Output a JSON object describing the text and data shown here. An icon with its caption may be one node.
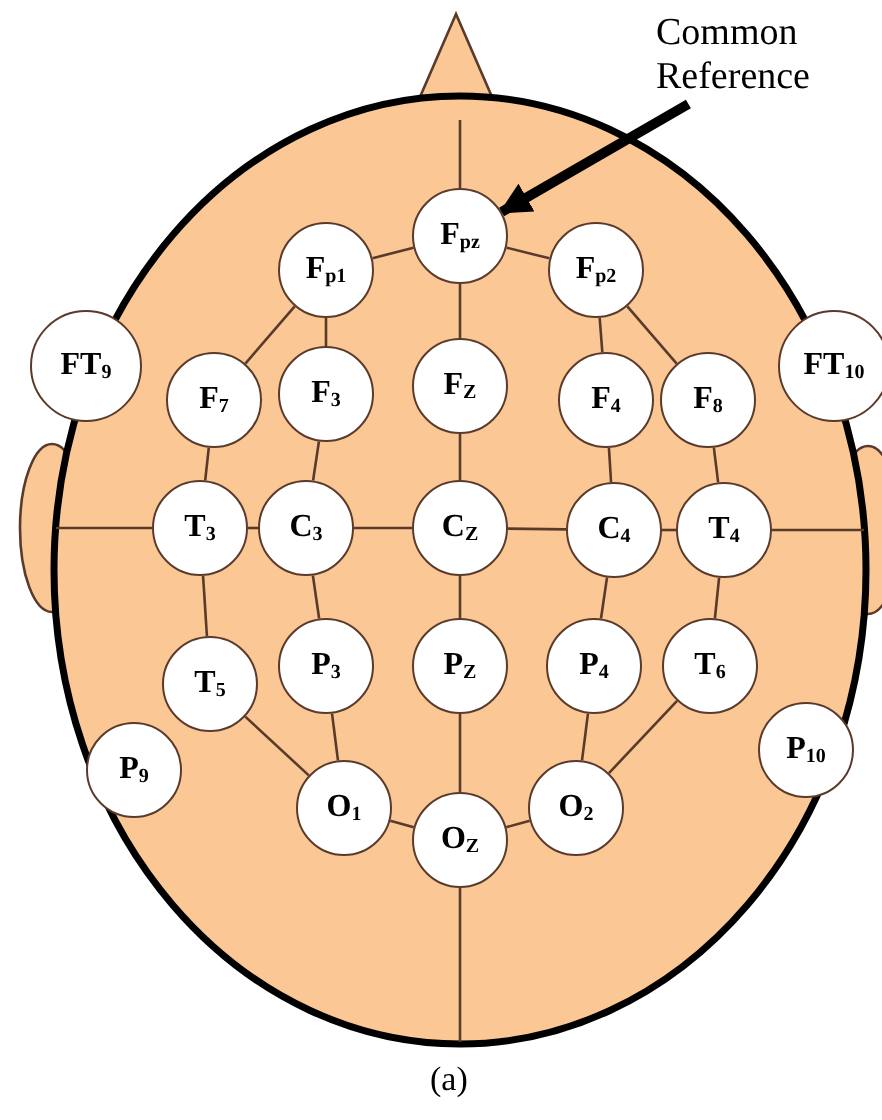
{
  "diagram": {
    "caption": "(a)",
    "nodes": [
      {
        "text": [
          "Common Reference"
        ]
      },
      {
        "text": [
          "F$_{pz}$"
        ]
      },
      {
        "text": [
          "F$_{p1}$"
        ]
      },
      {
        "text": [
          "F$_{p2}$"
        ]
      },
      {
        "text": [
          "FT$_{9}$"
        ]
      },
      {
        "text": [
          "F$_{7}$"
        ]
      },
      {
        "text": [
          "F$_{3}$"
        ]
      },
      {
        "text": [
          "F$_{Z}$"
        ]
      },
      {
        "text": [
          "F$_{4}$"
        ]
      },
      {
        "text": [
          "F$_{8}$"
        ]
      },
      {
        "text": [
          "FT$_{10}$"
        ]
      },
      {
        "text": [
          "T$_{3}$"
        ]
      },
      {
        "text": [
          "C$_{3}$"
        ]
      },
      {
        "text": [
          "C$_{Z}$"
        ]
      },
      {
        "text": [
          "C$_{4}$"
        ]
      },
      {
        "text": [
          "T$_{4}$"
        ]
      },
      {
        "text": [
          "T$_{5}$"
        ]
      },
      {
        "text": [
          "P$_{3}$"
        ]
      },
      {
        "text": [
          "P$_{Z}$"
        ]
      },
      {
        "text": [
          "P$_{4}$"
        ]
      },
      {
        "text": [
          "T$_{6}$"
        ]
      },
      {
        "text": [
          "P$_{9}$"
        ]
      },
      {
        "text": [
          "P$_{10}$"
        ]
      },
      {
        "text": [
          "O$_{1}$"
        ]
      },
      {
        "text": [
          "O$_{Z}$"
        ]
      },
      {
        "text": [
          "O$_{2}$"
        ]
      }
    ],
    "edges": [
      {
        "from": 0,
        "to": 1,
        "arrow": "to",
        "style": "thick",
        "color": "#000000"
      },
      {
        "from": 1,
        "to": null,
        "arrow": "none"
      },
      {
        "from": 1,
        "to": 2,
        "arrow": "none"
      },
      {
        "from": 1,
        "to": 3,
        "arrow": "none"
      },
      {
        "from": 1,
        "to": 7,
        "arrow": "none"
      },
      {
        "from": 2,
        "to": 5,
        "arrow": "none"
      },
      {
        "from": 2,
        "to": 6,
        "arrow": "none"
      },
      {
        "from": 3,
        "to": 8,
        "arrow": "none"
      },
      {
        "from": 3,
        "to": 9,
        "arrow": "none"
      },
      {
        "from": 5,
        "to": 11,
        "arrow": "none"
      },
      {
        "from": 6,
        "to": 12,
        "arrow": "none"
      },
      {
        "from": 7,
        "to": 13,
        "arrow": "none"
      },
      {
        "from": 8,
        "to": 14,
        "arrow": "none"
      },
      {
        "from": 9,
        "to": 15,
        "arrow": "none"
      },
      {
        "from": 11,
        "to": null,
        "arrow": "none"
      },
      {
        "from": 11,
        "to": 12,
        "arrow": "none"
      },
      {
        "from": 12,
        "to": 13,
        "arrow": "none"
      },
      {
        "from": 13,
        "to": 14,
        "arrow": "none"
      },
      {
        "from": 14,
        "to": 15,
        "arrow": "none"
      },
      {
        "from": 15,
        "to": null,
        "arrow": "none"
      },
      {
        "from": 11,
        "to": 16,
        "arrow": "none"
      },
      {
        "from": 12,
        "to": 17,
        "arrow": "none"
      },
      {
        "from": 13,
        "to": 18,
        "arrow": "none"
      },
      {
        "from": 14,
        "to": 19,
        "arrow": "none"
      },
      {
        "from": 15,
        "to": 20,
        "arrow": "none"
      },
      {
        "from": 16,
        "to": 23,
        "arrow": "none"
      },
      {
        "from": 17,
        "to": 23,
        "arrow": "none"
      },
      {
        "from": 18,
        "to": 24,
        "arrow": "none"
      },
      {
        "from": 19,
        "to": 25,
        "arrow": "none"
      },
      {
        "from": 20,
        "to": 25,
        "arrow": "none"
      },
      {
        "from": 23,
        "to": 24,
        "arrow": "none"
      },
      {
        "from": 24,
        "to": 25,
        "arrow": "none"
      },
      {
        "from": 24,
        "to": null,
        "arrow": "none"
      }
    ]
  }
}
